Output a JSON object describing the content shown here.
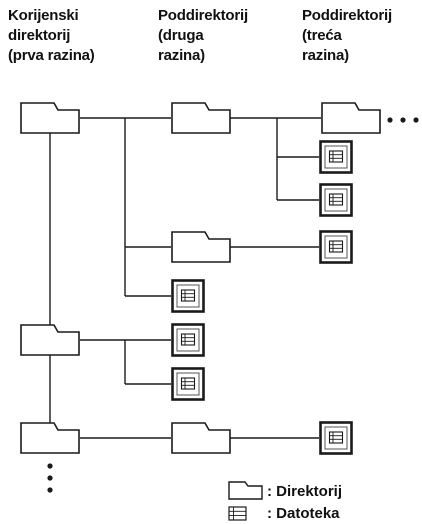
{
  "headers": {
    "root": [
      "Korijenski",
      "direktorij",
      "(prva razina)"
    ],
    "second": [
      "Poddirektorij",
      "(druga",
      "razina)"
    ],
    "third": [
      "Poddirektorij",
      "(treća",
      "razina)"
    ]
  },
  "legend": {
    "directory": ": Direktorij",
    "file": ": Datoteka"
  },
  "icons": {
    "directory": "folder-icon",
    "file": "document-icon"
  },
  "colors": {
    "stroke": "#1a1a1a",
    "file_frame": "#3a3a3a",
    "file_fill": "#ffffff"
  }
}
